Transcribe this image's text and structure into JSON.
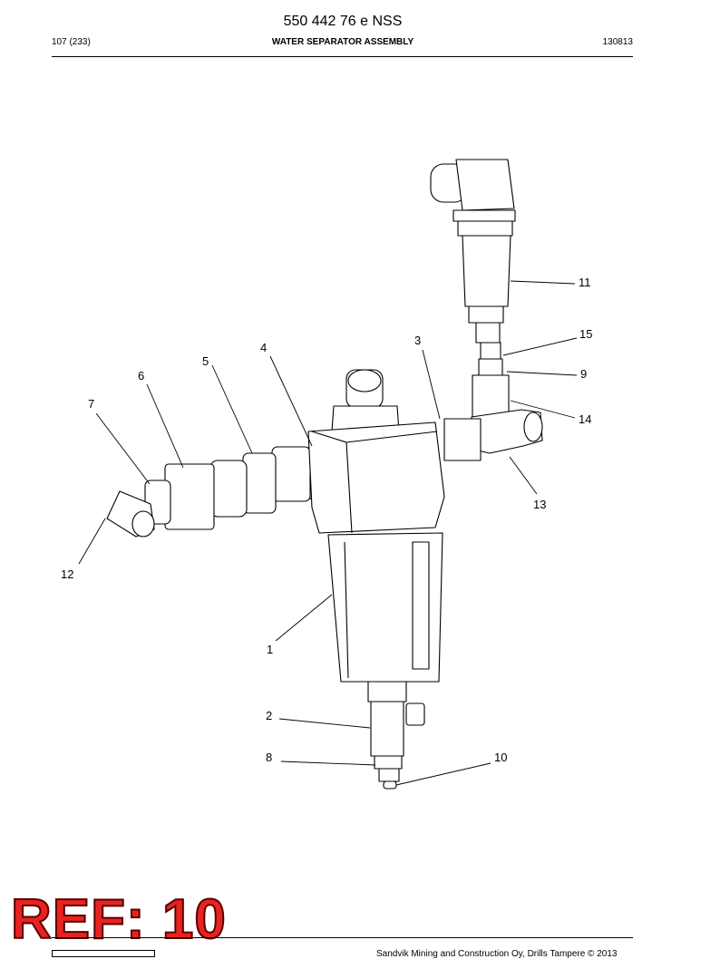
{
  "header": {
    "doc_number": "550 442 76 e NSS",
    "page": "107 (233)",
    "title": "WATER SEPARATOR ASSEMBLY",
    "date_code": "130813"
  },
  "callouts": [
    "1",
    "2",
    "3",
    "4",
    "5",
    "6",
    "7",
    "8",
    "9",
    "10",
    "11",
    "12",
    "13",
    "14",
    "15"
  ],
  "ref_stamp": "REF: 10",
  "footer": {
    "text": "Sandvik Mining and Construction Oy, Drills Tampere © 2013"
  },
  "colors": {
    "stamp": "#e8231f",
    "line": "#000000"
  }
}
